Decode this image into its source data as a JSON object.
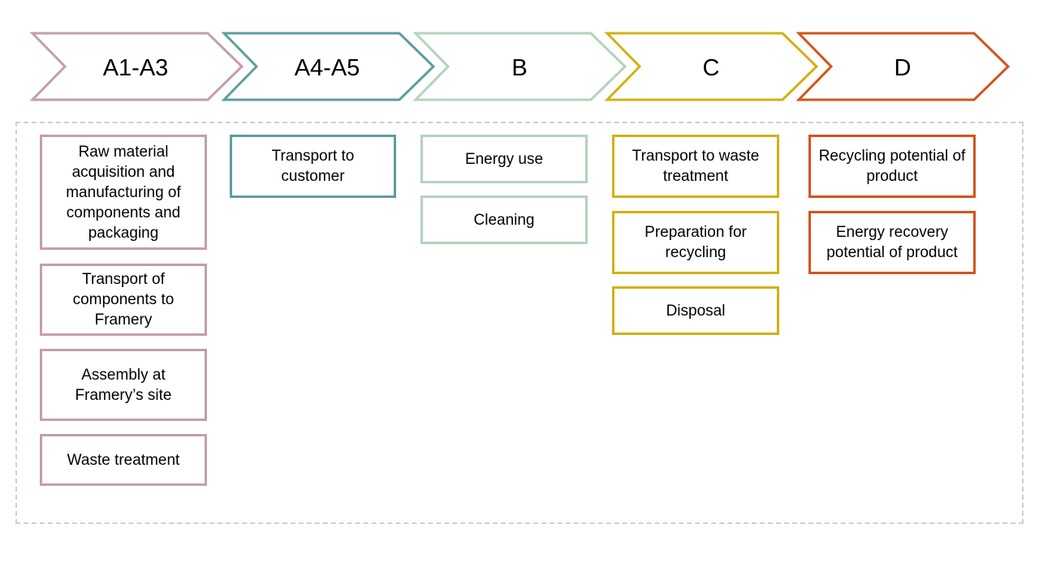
{
  "stages": [
    {
      "label": "A1-A3",
      "color": "#c49eaa"
    },
    {
      "label": "A4-A5",
      "color": "#5e9e9c"
    },
    {
      "label": "B",
      "color": "#b3d3bb"
    },
    {
      "label": "C",
      "color": "#d4b015"
    },
    {
      "label": "D",
      "color": "#d4541b"
    }
  ],
  "columns": {
    "a1_a3": [
      "Raw material acquisition and manufacturing of components and packaging",
      "Transport of components to Framery",
      "Assembly at Framery’s site",
      "Waste treatment"
    ],
    "a4_a5": [
      "Transport to customer"
    ],
    "b": [
      "Energy use",
      "Cleaning"
    ],
    "c": [
      "Transport to waste treatment",
      "Preparation for recycling",
      "Disposal"
    ],
    "d": [
      "Recycling potential of product",
      "Energy recovery potential of product"
    ]
  }
}
